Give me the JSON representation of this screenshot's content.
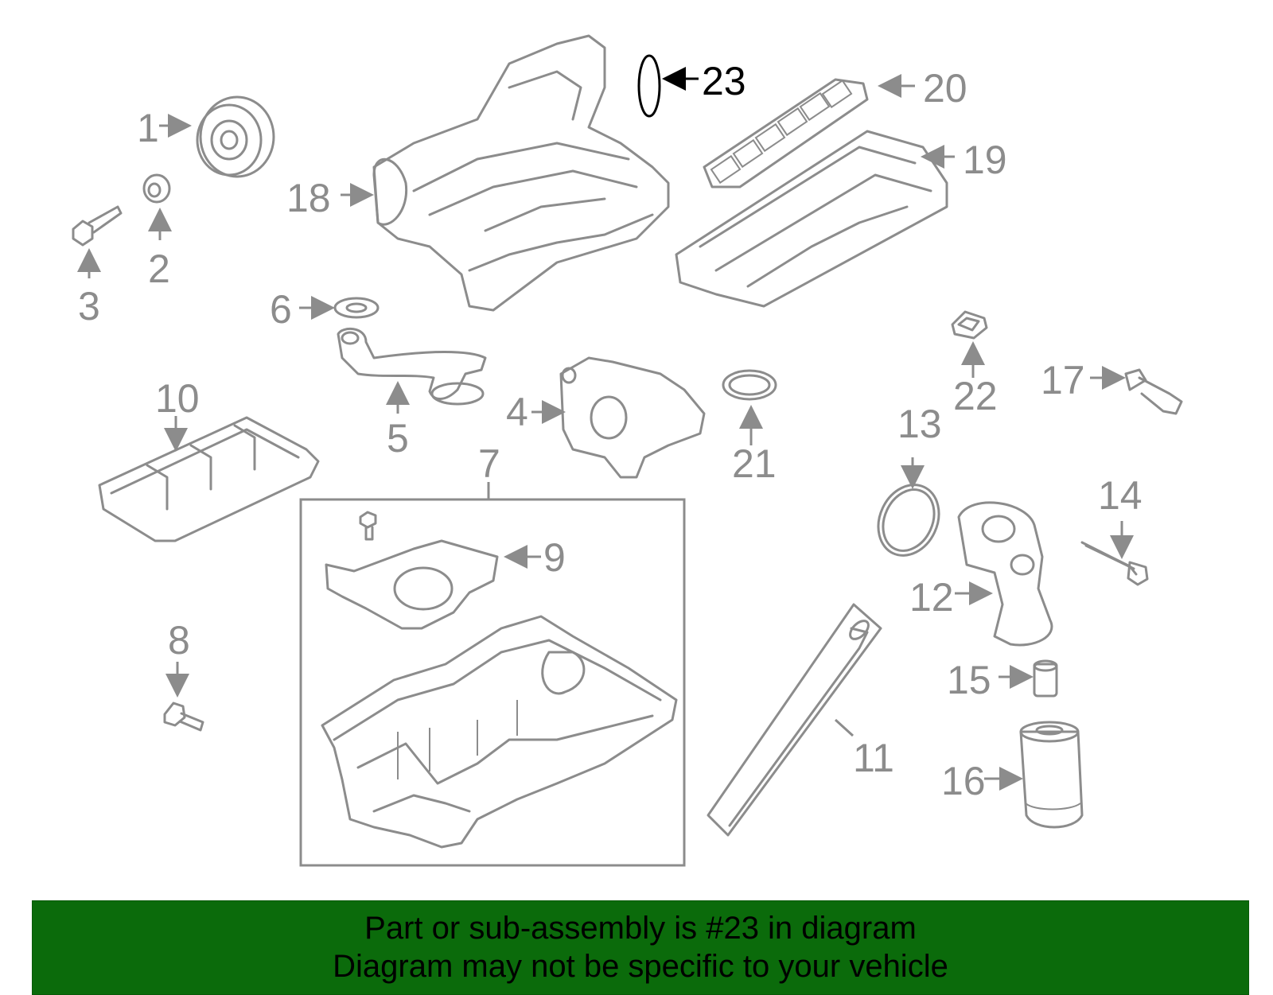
{
  "diagram": {
    "callouts": [
      "1",
      "2",
      "3",
      "4",
      "5",
      "6",
      "7",
      "8",
      "9",
      "10",
      "11",
      "12",
      "13",
      "14",
      "15",
      "16",
      "17",
      "18",
      "19",
      "20",
      "21",
      "22",
      "23"
    ],
    "highlighted": "23"
  },
  "colors": {
    "line": "#8c8c8c",
    "highlight": "#000000",
    "banner_bg": "#0b6b0b"
  },
  "banner": {
    "line1": "Part or sub-assembly is #23 in diagram",
    "line2": "Diagram may not be specific to your vehicle"
  }
}
